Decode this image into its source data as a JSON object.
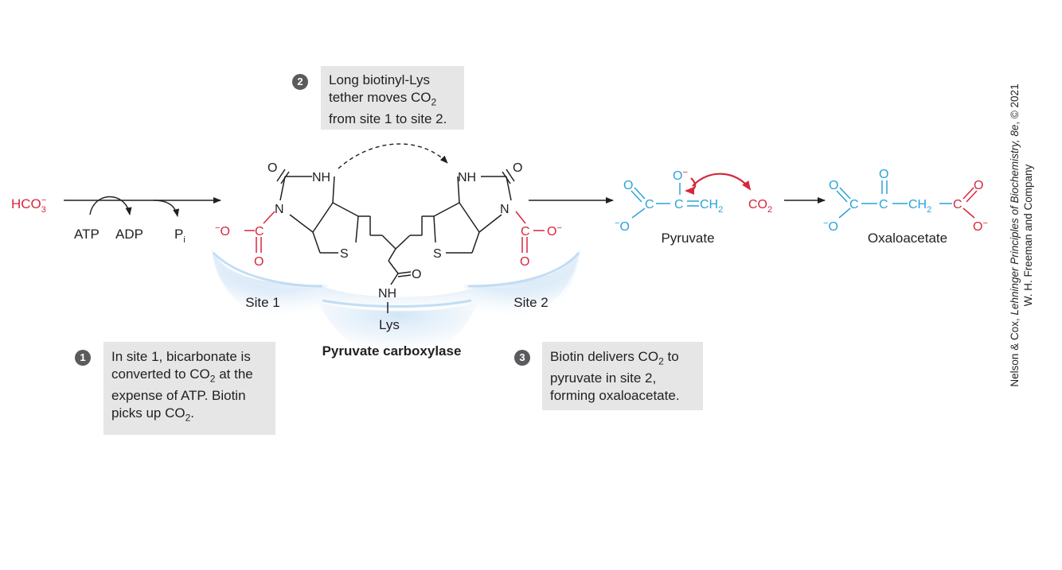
{
  "bicarbonate": {
    "main": "HCO",
    "sub": "3",
    "sup": "−"
  },
  "cofactors": {
    "atp": "ATP",
    "adp": "ADP",
    "pi_main": "P",
    "pi_sub": "i"
  },
  "enzyme": {
    "name": "Pyruvate carboxylase",
    "site1": "Site 1",
    "site2": "Site 2"
  },
  "tether": {
    "amide_o": "O",
    "nh": "NH",
    "lys": "Lys"
  },
  "biotin": {
    "nh": "NH",
    "n": "N",
    "o": "O",
    "s": "S",
    "c": "C",
    "o_minus": "O",
    "minus": "−"
  },
  "pyruvate": {
    "name": "Pyruvate",
    "o": "O",
    "c": "C",
    "ch": "CH",
    "ch_sub": "2",
    "minus": "−",
    "co2_main": "CO",
    "co2_sub": "2"
  },
  "oxaloacetate": {
    "name": "Oxaloacetate",
    "o": "O",
    "c": "C",
    "ch": "CH",
    "ch_sub": "2",
    "minus": "−"
  },
  "steps": [
    {
      "number": "1",
      "lines": [
        {
          "text": "In site 1, bicarbonate is"
        },
        {
          "text": "converted to CO",
          "sub": "2",
          "after": " at the"
        },
        {
          "text": "expense of ATP.  Biotin"
        },
        {
          "text": "picks up CO",
          "sub": "2",
          "after": "."
        }
      ]
    },
    {
      "number": "2",
      "lines": [
        {
          "text": "Long biotinyl-Lys"
        },
        {
          "text": "tether moves CO",
          "sub": "2"
        },
        {
          "text": "from site 1 to site 2."
        }
      ]
    },
    {
      "number": "3",
      "lines": [
        {
          "text": "Biotin delivers CO",
          "sub": "2",
          "after": " to"
        },
        {
          "text": "pyruvate in site 2,"
        },
        {
          "text": "forming oxaloacetate."
        }
      ]
    }
  ],
  "credit": {
    "line1_a": "Nelson & Cox, ",
    "line1_italic": "Lehninger Principles of Biochemistry, 8e",
    "line1_b": ", © 2021",
    "line2": "W. H. Freeman and Company"
  },
  "colors": {
    "red": "#d7263d",
    "blue": "#2aa3d9",
    "black": "#231f20",
    "box": "#e6e6e7",
    "badge": "#5b5b5d",
    "site_glow": "#bcd9f2"
  }
}
